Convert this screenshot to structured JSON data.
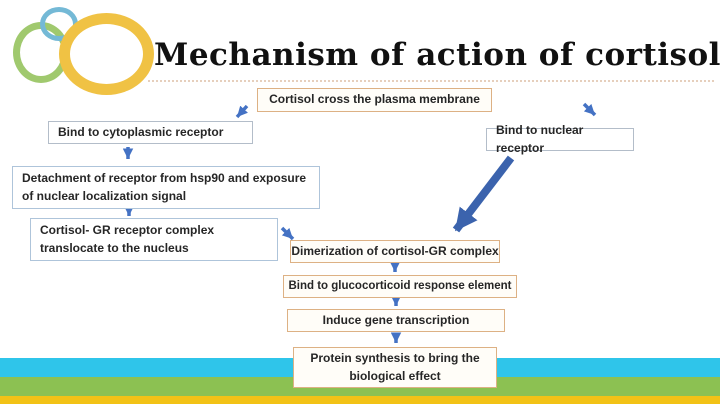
{
  "title": "Mechanism of action of cortisol",
  "nodes": [
    {
      "id": "membrane",
      "label": "Cortisol cross the plasma membrane"
    },
    {
      "id": "cytoplasmic",
      "label": "Bind to cytoplasmic receptor"
    },
    {
      "id": "nuclear",
      "label": "Bind to nuclear receptor"
    },
    {
      "id": "detachment",
      "label": "Detachment of receptor from hsp90 and exposure\nof nuclear localization signal"
    },
    {
      "id": "translocate",
      "label": "Cortisol- GR receptor complex\ntranslocate to the nucleus"
    },
    {
      "id": "dimerization",
      "label": "Dimerization of cortisol-GR complex"
    },
    {
      "id": "gre",
      "label": "Bind to glucocorticoid response element"
    },
    {
      "id": "transcription",
      "label": "Induce gene transcription"
    },
    {
      "id": "protein",
      "label": "Protein synthesis to bring the\nbiological effect"
    }
  ],
  "colors": {
    "arrow": "#4472c4",
    "big_arrow": "#3b63ad",
    "tan_box_border": "#ddb184",
    "blue_box_border": "#aec4da",
    "gray_box_border": "#b3bdc9",
    "stripe_cyan": "#2fc5ea",
    "stripe_green": "#8cc152",
    "stripe_yellow": "#f2c216",
    "ring_blue": "#74b9d6",
    "ring_green": "#a0c96e",
    "ring_yellow": "#f0c244"
  }
}
